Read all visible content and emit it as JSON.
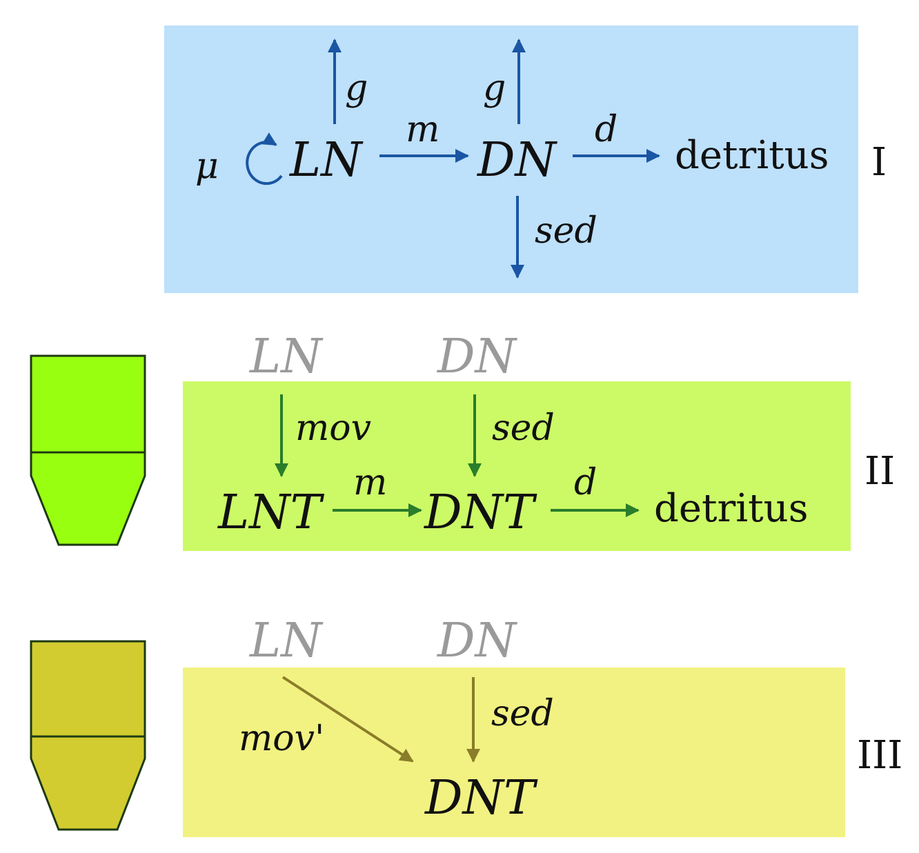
{
  "colors": {
    "panel1_bg": "#bde0fb",
    "panel2_bg": "#ccfa66",
    "panel3_bg": "#f2f282",
    "arrow1": "#1a56a3",
    "arrow2": "#2a7d2a",
    "arrow3": "#8a7d2a",
    "text": "#111111",
    "ghost_text": "#9a9a9a",
    "vessel2_fill": "#99ff11",
    "vessel3_fill": "#d2cc30",
    "vessel_stroke": "#1d3a12"
  },
  "panel1": {
    "mu": "μ",
    "ln": "LN",
    "dn": "DN",
    "detritus": "detritus",
    "g_left": "g",
    "g_right": "g",
    "m": "m",
    "d": "d",
    "sed": "sed",
    "roman": "I"
  },
  "panel2": {
    "ln_ghost": "LN",
    "dn_ghost": "DN",
    "lnt": "LNT",
    "dnt": "DNT",
    "detritus": "detritus",
    "mov": "mov",
    "sed": "sed",
    "m": "m",
    "d": "d",
    "roman": "II"
  },
  "panel3": {
    "ln_ghost": "LN",
    "dn_ghost": "DN",
    "dnt": "DNT",
    "mov_prime": "mov'",
    "sed": "sed",
    "roman": "III"
  }
}
